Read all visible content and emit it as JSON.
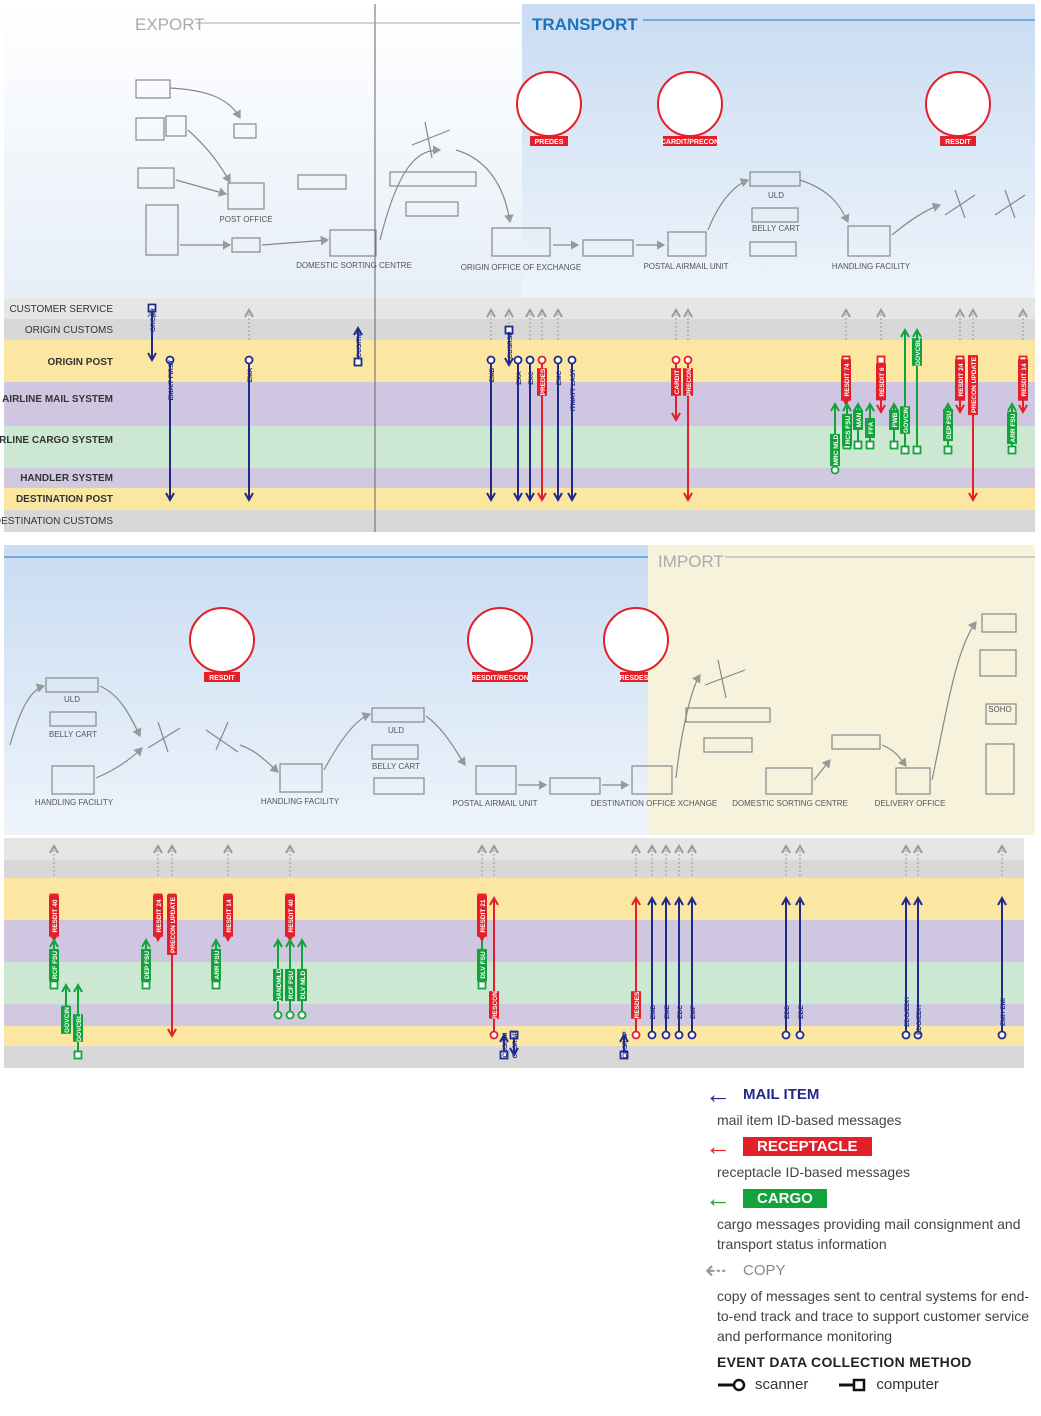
{
  "phases": {
    "export": "EXPORT",
    "transport": "TRANSPORT",
    "import": "IMPORT"
  },
  "nodes": {
    "post_office": "POST OFFICE",
    "domestic_sorting_centre": "DOMESTIC SORTING CENTRE",
    "origin_office_of_exchange": "ORIGIN OFFICE OF EXCHANGE",
    "postal_airmail_unit": "POSTAL AIRMAIL UNIT",
    "handling_facility": "HANDLING FACILITY",
    "uld": "ULD",
    "belly_cart": "BELLY CART",
    "destination_office_exchange": "DESTINATION OFFICE XCHANGE",
    "delivery_office": "DELIVERY OFFICE",
    "soho": "SOHO"
  },
  "badges": {
    "predes": "PREDES",
    "cardit_precon": "CARDIT/PRECON",
    "resdit": "RESDIT",
    "resdit_rescon": "RESDIT/RESCON",
    "resdes": "RESDES"
  },
  "row_labels": [
    "CUSTOMER SERVICE",
    "ORIGIN CUSTOMS",
    "ORIGIN POST",
    "AIRLINE MAIL SYSTEM",
    "AIRLINE CARGO SYSTEM",
    "HANDLER SYSTEM",
    "DESTINATION POST",
    "DESTINATION CUSTOMS"
  ],
  "messages": {
    "orcar": "ORCAR",
    "emaitfirst": "EMAIT FIRST",
    "ema": "EMA",
    "cusitm": "CUSITM",
    "emb": "EMB",
    "cusrsp": "CUSRSP",
    "exa": "EXA",
    "exc": "EXC",
    "predes": "PREDES",
    "emc": "EMC",
    "itmatt_last": "ITMATT LAST",
    "cardit": "CARDIT",
    "precon": "PRECON",
    "resdit_74": "RESDIT 74",
    "mrc_mld": "MRC MLD",
    "rcs_fsu": "RCS FSU",
    "man": "MAN",
    "ffa": "FFA",
    "resdit_6": "RESDIT 6",
    "fwb": "FWB",
    "govcin": "GOVCIN",
    "govcbl": "GOVCBL",
    "dep_fsu": "DEP FSU",
    "resdit_24": "RESDIT 24",
    "precon_update": "PRECON UPDATE",
    "arr_fsu": "ARR FSU",
    "resdit_14": "RESDIT 14",
    "resdit_40": "RESDIT 40",
    "rcf_fsu": "RCF FSU",
    "resdit_24b": "RESDIT 24",
    "precon_update2": "PRECON UPDATE",
    "resdit_14b": "RESDIT 14",
    "resdit_40b": "RESDIT 40",
    "handmld": "HANDMLD",
    "dlv_mld": "DLV MLD",
    "resdit_21": "RESDIT 21",
    "dlv_fsu": "DLV FSU",
    "rescon": "RESCON",
    "resdes": "RESDES",
    "emd": "EMD",
    "eme": "EME",
    "edc": "EDC",
    "edf": "EDF",
    "edd": "EDD",
    "ede": "EDE",
    "emf": "EMF",
    "edg_edh": "EDG/EDH",
    "emh_emi": "EMH EMI"
  },
  "legend": {
    "mail_item": {
      "tag": "MAIL ITEM",
      "desc": "mail item ID-based messages",
      "color": "#1f2a8a"
    },
    "receptacle": {
      "tag": "RECEPTACLE",
      "desc": "receptacle ID-based messages",
      "color": "#e3202a"
    },
    "cargo": {
      "tag": "CARGO",
      "desc": "cargo messages providing mail consignment and transport status information",
      "color": "#12a33a"
    },
    "copy": {
      "tag": "COPY",
      "desc": "copy of messages sent to central systems for end-to-end track and trace to support customer service and performance monitoring",
      "color": "#999999"
    },
    "method_title": "EVENT DATA COLLECTION METHOD",
    "scanner": "scanner",
    "computer": "computer"
  },
  "colors": {
    "band_yellow": "#fbe6a2",
    "band_purple": "#cfc7e1",
    "band_green": "#cce7d2",
    "band_grey": "#d9d9d9",
    "band_lightgrey": "#e9e9e9",
    "transport_bg": "#dde9f7",
    "import_bg": "#f7f2dc",
    "mail": "#1f2a8a",
    "receptacle": "#e3202a",
    "cargo": "#12a33a"
  }
}
